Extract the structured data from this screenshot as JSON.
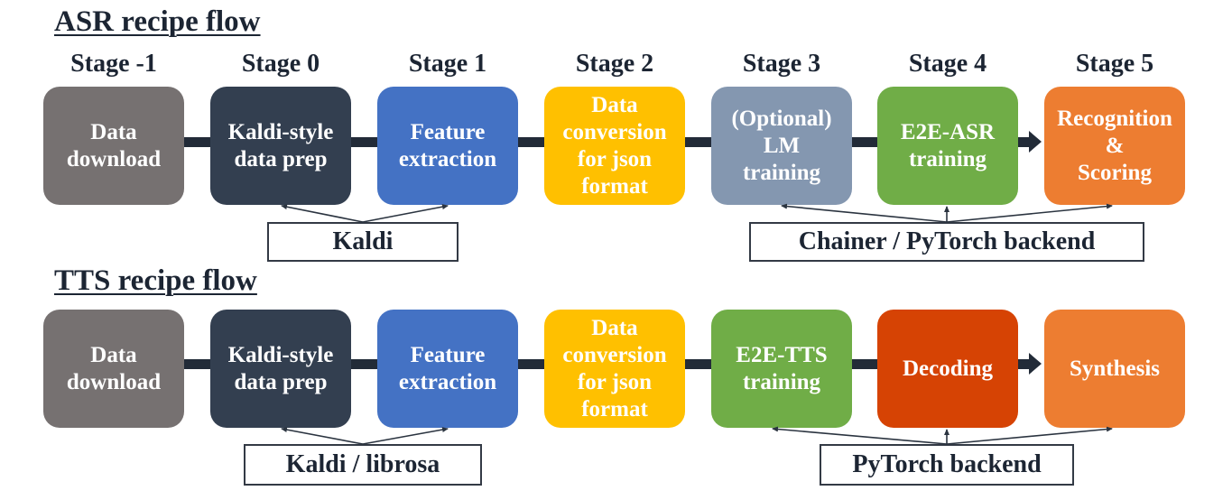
{
  "asr": {
    "title": "ASR recipe flow",
    "stages": [
      {
        "stage": "Stage -1",
        "label": "Data\ndownload",
        "color": "#767171"
      },
      {
        "stage": "Stage 0",
        "label": "Kaldi-style\ndata prep",
        "color": "#333f50"
      },
      {
        "stage": "Stage 1",
        "label": "Feature\nextraction",
        "color": "#4472c4"
      },
      {
        "stage": "Stage 2",
        "label": "Data\nconversion\nfor json\nformat",
        "color": "#ffc000"
      },
      {
        "stage": "Stage 3",
        "label": "(Optional)\nLM\ntraining",
        "color": "#8497b0"
      },
      {
        "stage": "Stage 4",
        "label": "E2E-ASR\ntraining",
        "color": "#70ad47"
      },
      {
        "stage": "Stage 5",
        "label": "Recognition\n&\nScoring",
        "color": "#ed7d31"
      }
    ],
    "libraries": [
      {
        "label": "Kaldi",
        "targets": [
          1,
          2
        ]
      },
      {
        "label": "Chainer / PyTorch backend",
        "targets": [
          4,
          5,
          6
        ]
      }
    ]
  },
  "tts": {
    "title": "TTS recipe flow",
    "stages": [
      {
        "label": "Data\ndownload",
        "color": "#767171"
      },
      {
        "label": "Kaldi-style\ndata prep",
        "color": "#333f50"
      },
      {
        "label": "Feature\nextraction",
        "color": "#4472c4"
      },
      {
        "label": "Data\nconversion\nfor json\nformat",
        "color": "#ffc000"
      },
      {
        "label": "E2E-TTS\ntraining",
        "color": "#70ad47"
      },
      {
        "label": "Decoding",
        "color": "#d64304"
      },
      {
        "label": "Synthesis",
        "color": "#ed7d31"
      }
    ],
    "libraries": [
      {
        "label": "Kaldi / librosa",
        "targets": [
          1,
          2
        ]
      },
      {
        "label": "PyTorch backend",
        "targets": [
          4,
          5,
          6
        ]
      }
    ]
  },
  "colors": {
    "connector": "#222b38",
    "text_dark": "#1c2533"
  }
}
